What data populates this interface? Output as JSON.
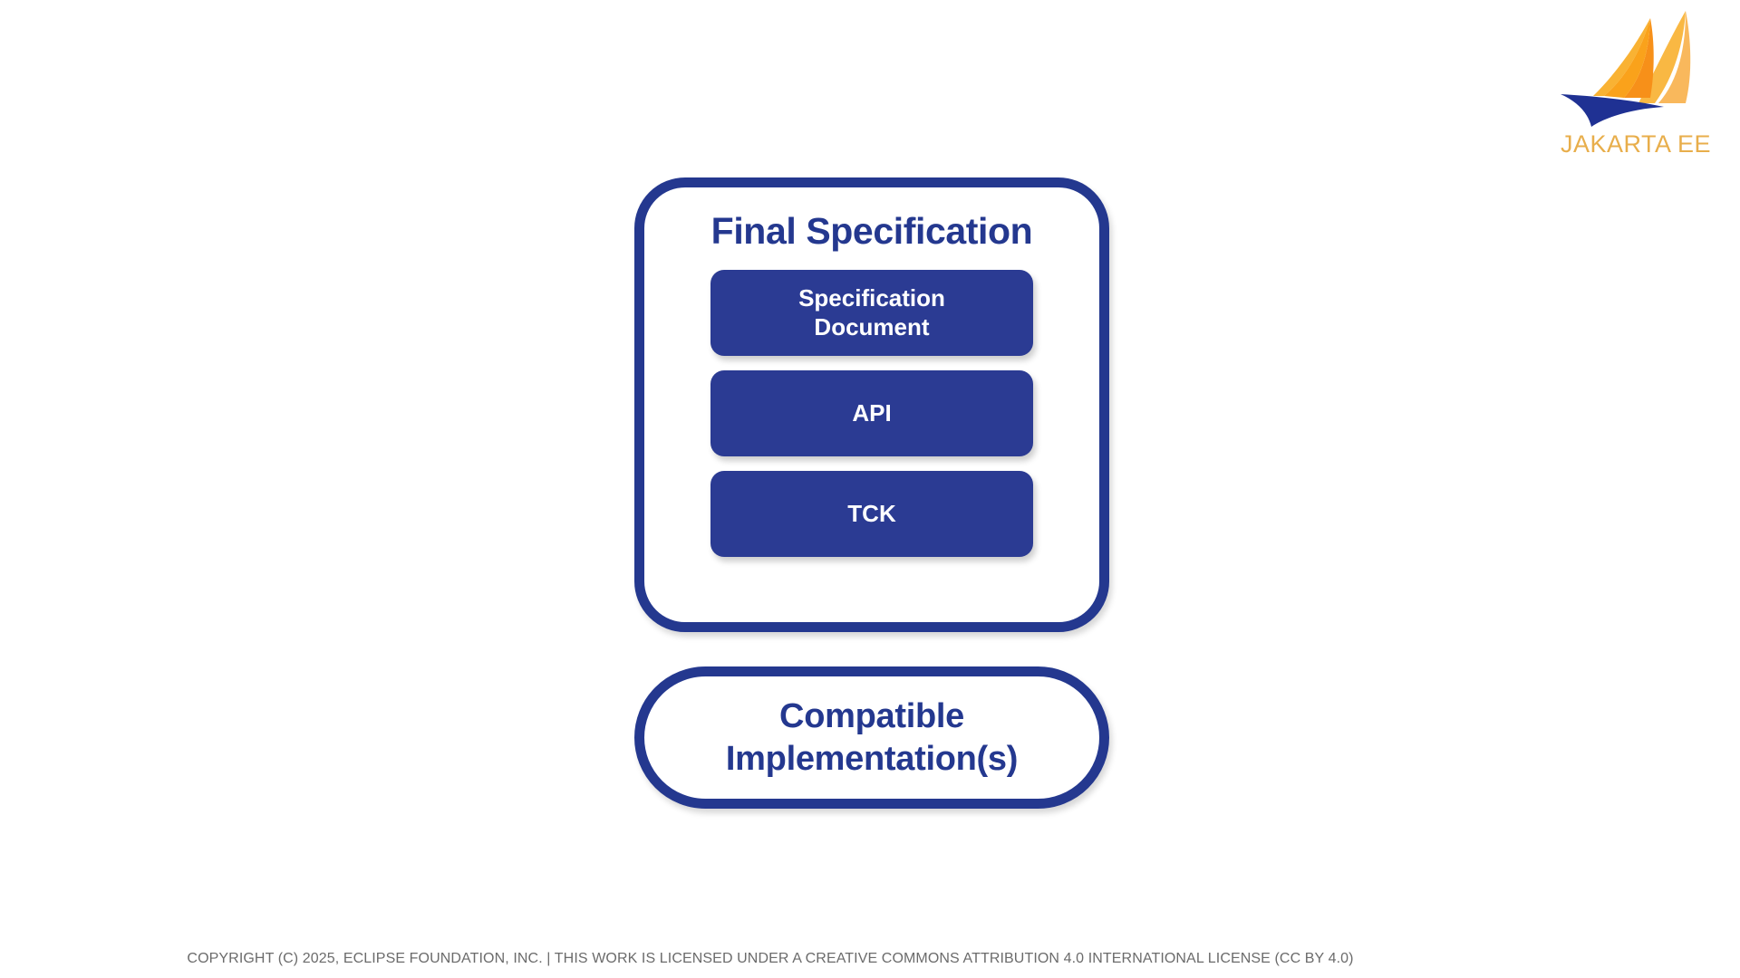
{
  "brand": {
    "logo_icon": "jakarta-ee-sailboat-icon",
    "wordmark": "JAKARTA EE",
    "wordmark_color": "#E8AE4B",
    "sail_color_light": "#F9B233",
    "sail_color_mid": "#FAA21B",
    "sail_color_dark": "#F5871F",
    "hull_color": "#1F3193"
  },
  "theme": {
    "navy": "#24388F",
    "block_fill": "#2B3B93",
    "background": "#FFFFFF",
    "footer_text": "#6B6B6B"
  },
  "diagram": {
    "type": "nested-block-diagram",
    "specification": {
      "title": "Final Specification",
      "blocks": [
        {
          "label": "Specification\nDocument"
        },
        {
          "label": "API"
        },
        {
          "label": "TCK"
        }
      ]
    },
    "implementation": {
      "label": "Compatible\nImplementation(s)"
    }
  },
  "footer": {
    "copyright": "COPYRIGHT (C) 2025, ECLIPSE FOUNDATION, INC. | THIS WORK IS LICENSED UNDER A CREATIVE COMMONS ATTRIBUTION 4.0 INTERNATIONAL LICENSE (CC BY 4.0)"
  }
}
